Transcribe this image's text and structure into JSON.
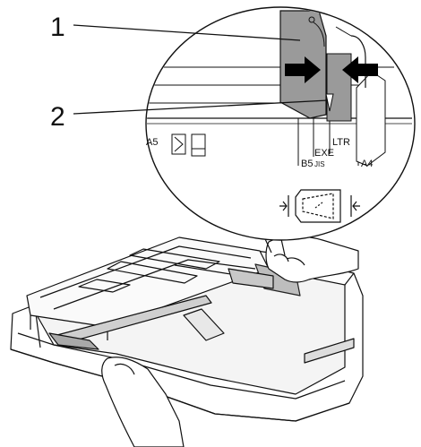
{
  "callouts": [
    {
      "number": "1"
    },
    {
      "number": "2"
    }
  ],
  "scale_labels": {
    "a5": "A5",
    "b5": "B5",
    "b5_sub": "JIS",
    "exe": "EXE",
    "ltr": "LTR",
    "a4": "A4"
  },
  "colors": {
    "guide": "#9a9a9a",
    "guide_dark": "#6f6f6f",
    "line": "#111111",
    "arrow": "#000000",
    "background": "#ffffff"
  },
  "icons": [
    "paper-orientation-icon",
    "envelope-icon",
    "paper-guide-symbol-icon"
  ]
}
